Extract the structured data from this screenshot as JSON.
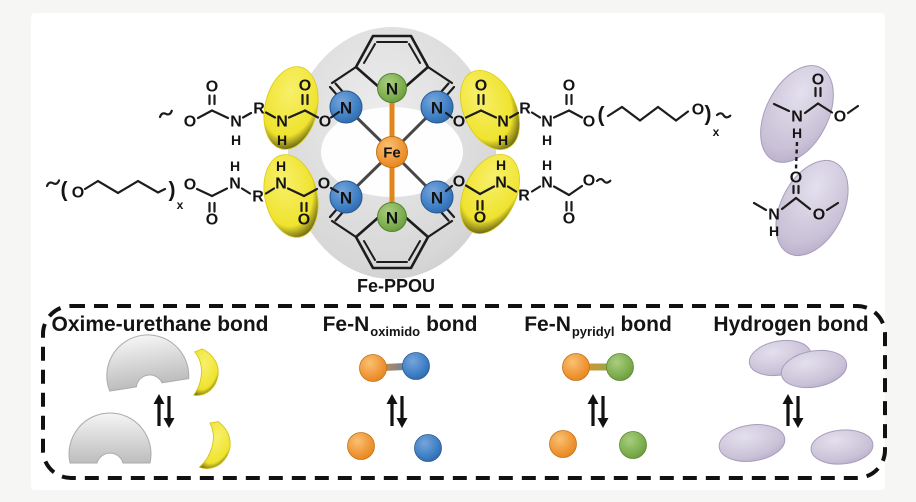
{
  "figure": {
    "compound_label": "Fe-PPOU",
    "atoms": {
      "fe": "Fe",
      "n": "N",
      "o": "O",
      "h": "H",
      "r": "R",
      "repeat_sub": "x",
      "paren_open": "(",
      "paren_close": ")"
    }
  },
  "legend": {
    "items": [
      {
        "label": "Oxime-urethane bond"
      },
      {
        "label_prefix": "Fe-N",
        "label_sub": "oximido",
        "label_suffix": "bond"
      },
      {
        "label_prefix": "Fe-N",
        "label_sub": "pyridyl",
        "label_suffix": "bond"
      },
      {
        "label": "Hydrogen bond"
      }
    ]
  },
  "colors": {
    "iron_orange": "#ee8f2d",
    "oximido_blue": "#3d7ec5",
    "pyridyl_green": "#7cae4e",
    "oxime_urethane_yellow": "#efe32e",
    "hydrogen_bond_lavender": "#c9c1d6",
    "ligand_shell_gray": "#d9d9d9"
  }
}
